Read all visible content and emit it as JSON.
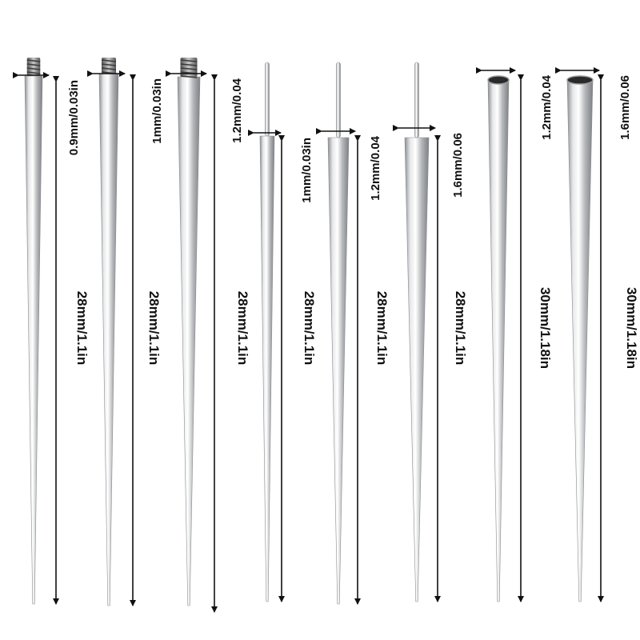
{
  "colors": {
    "background": "#ffffff",
    "arrow": "#111111",
    "label": "#111111",
    "metal": "#b9bbbe"
  },
  "tapers": [
    {
      "end": "threaded",
      "gauge_label": "0.9mm/0.03in",
      "length_label": "28mm/1.1in"
    },
    {
      "end": "threaded",
      "gauge_label": "1mm/0.03in",
      "length_label": "28mm/1.1in"
    },
    {
      "end": "threaded",
      "gauge_label": "1.2mm/0.04",
      "length_label": "28mm/1.1in"
    },
    {
      "end": "pin",
      "gauge_label": "1mm/0.03in",
      "length_label": "28mm/1.1in"
    },
    {
      "end": "pin",
      "gauge_label": "1.2mm/0.04",
      "length_label": "28mm/1.1in"
    },
    {
      "end": "pin",
      "gauge_label": "1.6mm/0.06",
      "length_label": "28mm/1.1in"
    },
    {
      "end": "hollow",
      "gauge_label": "1.2mm/0.04",
      "length_label": "30mm/1.18in"
    },
    {
      "end": "hollow",
      "gauge_label": "1.6mm/0.06",
      "length_label": "30mm/1.18in"
    }
  ]
}
